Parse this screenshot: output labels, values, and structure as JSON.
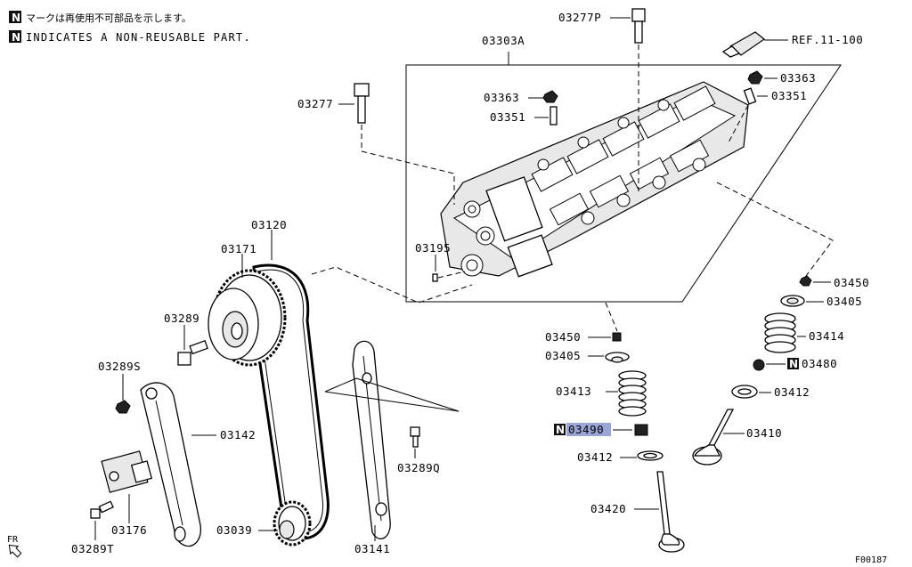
{
  "header": {
    "note_jp": "マークは再使用不可部品を示します。",
    "note_en": "INDICATES A NON-REUSABLE PART.",
    "non_reusable_mark": "N"
  },
  "figure_code": "F00187",
  "direction": {
    "label": "FR"
  },
  "reference": {
    "label": "REF.11-100"
  },
  "parts": {
    "p03277P": "03277P",
    "p03303A": "03303A",
    "p03363a": "03363",
    "p03363b": "03363",
    "p03351a": "03351",
    "p03351b": "03351",
    "p03277": "03277",
    "p03195": "03195",
    "p03120": "03120",
    "p03171": "03171",
    "p03289": "03289",
    "p03289S": "03289S",
    "p03142": "03142",
    "p03176": "03176",
    "p03289T": "03289T",
    "p03039": "03039",
    "p03141": "03141",
    "p03289Q": "03289Q",
    "p03450a": "03450",
    "p03405a": "03405",
    "p03413": "03413",
    "p03490": "03490",
    "p03412a": "03412",
    "p03420": "03420",
    "p03450b": "03450",
    "p03405b": "03405",
    "p03414": "03414",
    "p03480": "03480",
    "p03412b": "03412",
    "p03410": "03410"
  },
  "highlight_color": "#9aa6d6"
}
